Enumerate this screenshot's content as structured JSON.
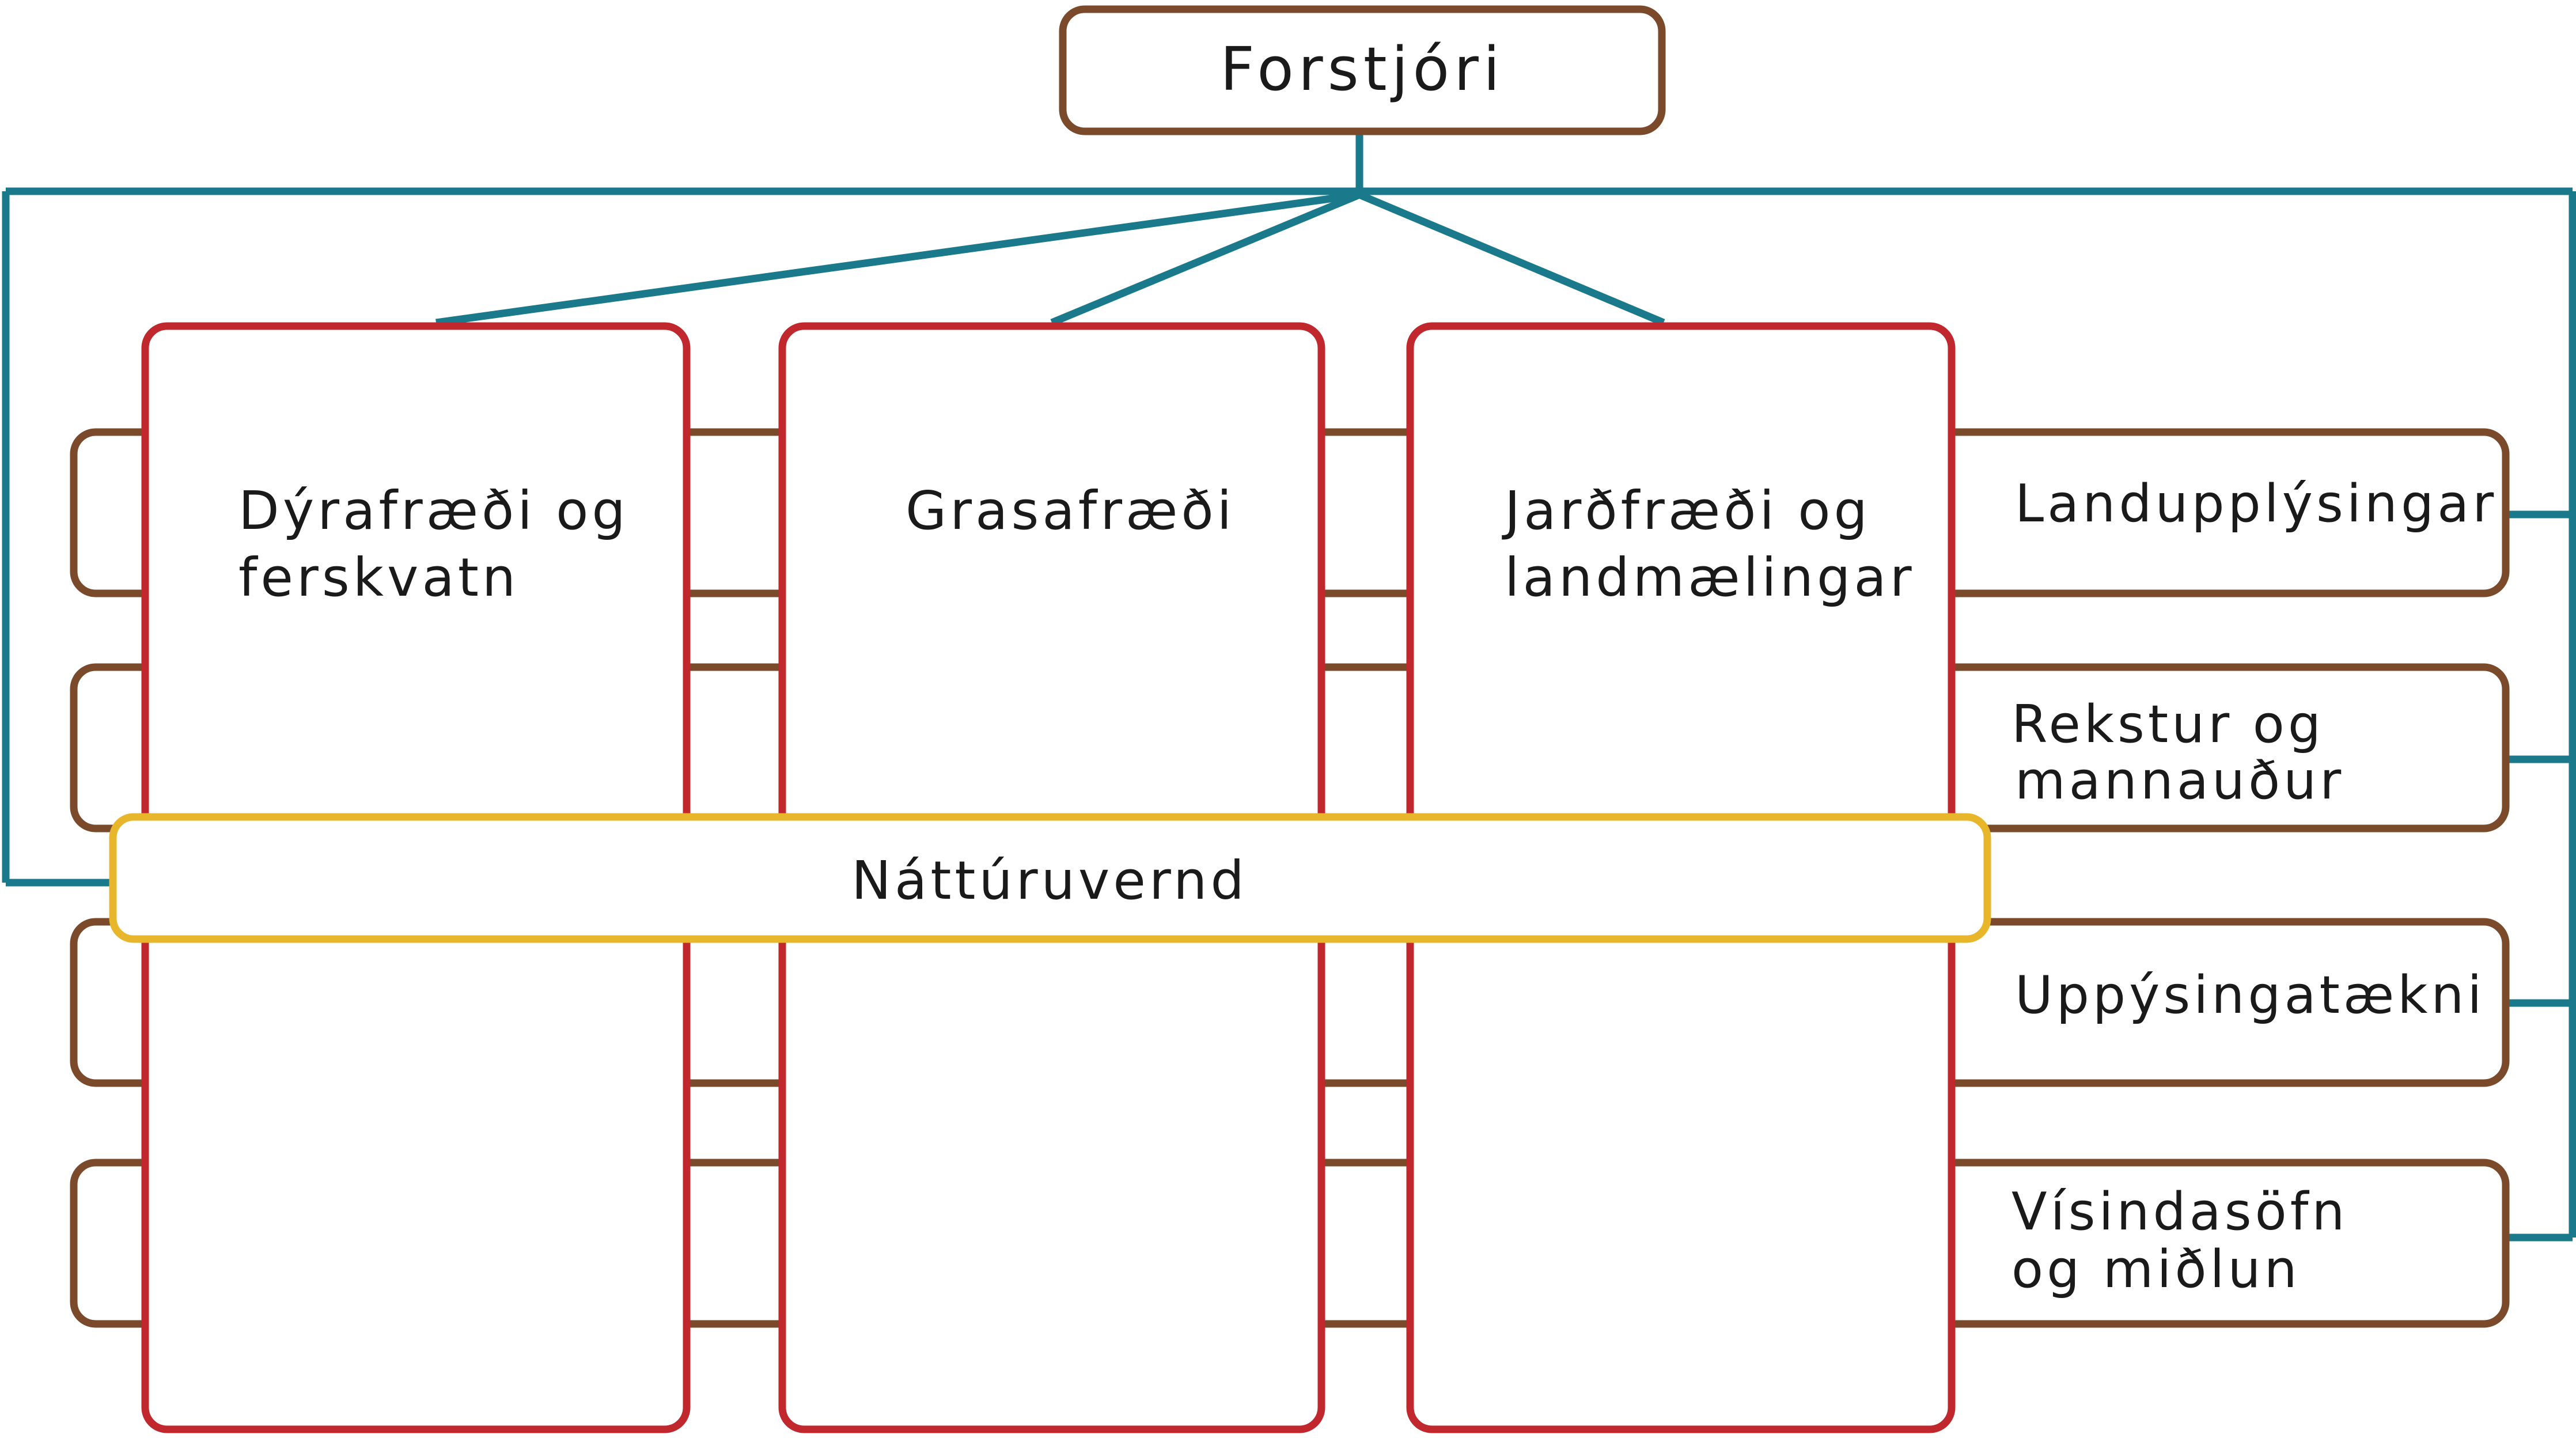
{
  "colors": {
    "director_border": "#7a4a2a",
    "division_border": "#c0282e",
    "support_border": "#7a4a2a",
    "crosscut_border": "#e8b62a",
    "connector": "#1a7a8c",
    "text": "#1a1a1a",
    "background": "#ffffff"
  },
  "director": {
    "label": "Forstjóri"
  },
  "divisions": [
    {
      "line1": "Dýrafræði og",
      "line2": "ferskvatn"
    },
    {
      "line1": "Grasafræði",
      "line2": ""
    },
    {
      "line1": "Jarðfræði og",
      "line2": "landmælingar"
    }
  ],
  "support_units": [
    {
      "line1": "Landupplýsingar",
      "line2": ""
    },
    {
      "line1": "Rekstur og",
      "line2": "mannauður"
    },
    {
      "line1": "Uppýsingatækni",
      "line2": ""
    },
    {
      "line1": "Vísindasöfn",
      "line2": "og miðlun"
    }
  ],
  "crosscutting": {
    "label": "Náttúruvernd"
  }
}
